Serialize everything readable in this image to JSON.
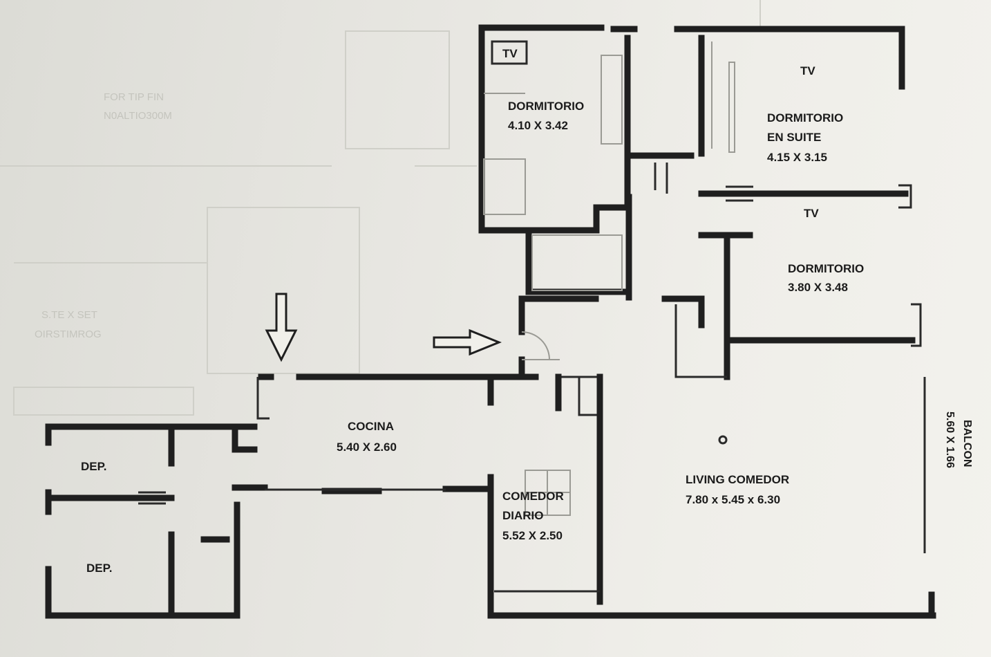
{
  "rooms": {
    "dormitorio_1": {
      "name": "DORMITORIO",
      "size": "4.10 X 3.42",
      "tv": "TV"
    },
    "dormitorio_suite": {
      "name_line1": "DORMITORIO",
      "name_line2": "EN SUITE",
      "size": "4.15 X 3.15",
      "tv": "TV"
    },
    "dormitorio_2": {
      "name": "DORMITORIO",
      "size": "3.80 X 3.48",
      "tv": "TV"
    },
    "cocina": {
      "name": "COCINA",
      "size": "5.40 X 2.60"
    },
    "comedor_diario": {
      "name_line1": "COMEDOR",
      "name_line2": "DIARIO",
      "size": "5.52 X 2.50"
    },
    "living": {
      "name": "LIVING COMEDOR",
      "size": "7.80 x 5.45 x 6.30"
    },
    "balcon": {
      "name": "BALCON",
      "size": "5.60 X 1.66"
    },
    "dep_1": {
      "name": "DEP."
    },
    "dep_2": {
      "name": "DEP."
    }
  }
}
